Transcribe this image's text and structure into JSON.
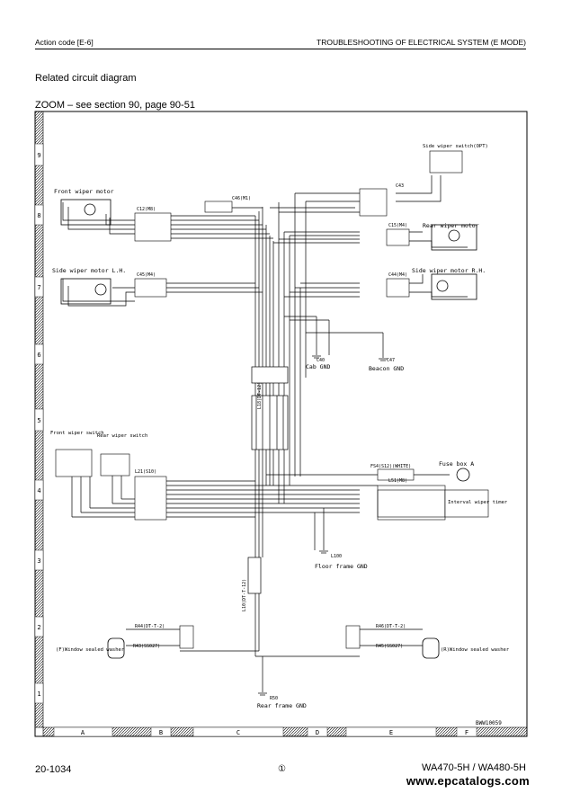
{
  "header": {
    "left": "Action code [E-6]",
    "right": "TROUBLESHOOTING OF ELECTRICAL SYSTEM (E MODE)"
  },
  "section_title": "Related circuit diagram",
  "zoom_note": "ZOOM – see section 90, page 90-51",
  "grid": {
    "rows": [
      "9",
      "8",
      "7",
      "6",
      "5",
      "4",
      "3",
      "2",
      "1"
    ],
    "cols": [
      "A",
      "B",
      "C",
      "D",
      "E",
      "F"
    ]
  },
  "diagram": {
    "drawing_no": "BWW10059",
    "components": {
      "side_wiper_switch": "Side wiper switch(OPT)",
      "front_wiper_motor": "Front wiper motor",
      "rear_wiper_motor": "Rear wiper motor",
      "side_wiper_motor_lh": "Side wiper motor L.H.",
      "side_wiper_motor_rh": "Side wiper motor R.H.",
      "front_wiper_switch": "Front wiper switch",
      "rear_wiper_switch": "Rear wiper switch",
      "fuse_box": "Fuse box A",
      "interval_timer": "Interval wiper timer",
      "cab_gnd": "Cab GND",
      "beacon_gnd": "Beacon GND",
      "floor_frame_gnd": "Floor frame GND",
      "rear_frame_gnd": "Rear frame GND",
      "f_window_washer": "(F)Window sealed washer",
      "r_window_washer": "(R)Window sealed washer"
    },
    "connectors": {
      "c12": "C12(M8)",
      "c46": "C46(M1)",
      "c43": "C43",
      "c15": "C15(M4)",
      "c45": "C45(M4)",
      "c44": "C44(M4)",
      "c40": "C40",
      "c47": "C47",
      "l21": "L21(S10)",
      "fs4": "FS4(S12)(WHITE)",
      "l51": "L51(M8)",
      "l100": "L100",
      "r44": "R44(DT-T-2)",
      "r43": "R43(SS027)",
      "r46": "R46(DT-T-2)",
      "r45": "R45(SS027)",
      "r50": "R50",
      "l_trunk": "L18(DT-12)",
      "r_trunk": "L10(DT-T-12)"
    }
  },
  "footer": {
    "page": "20-1034",
    "rev": "①",
    "model": "WA470-5H / WA480-5H",
    "site": "www.epcatalogs.com"
  }
}
